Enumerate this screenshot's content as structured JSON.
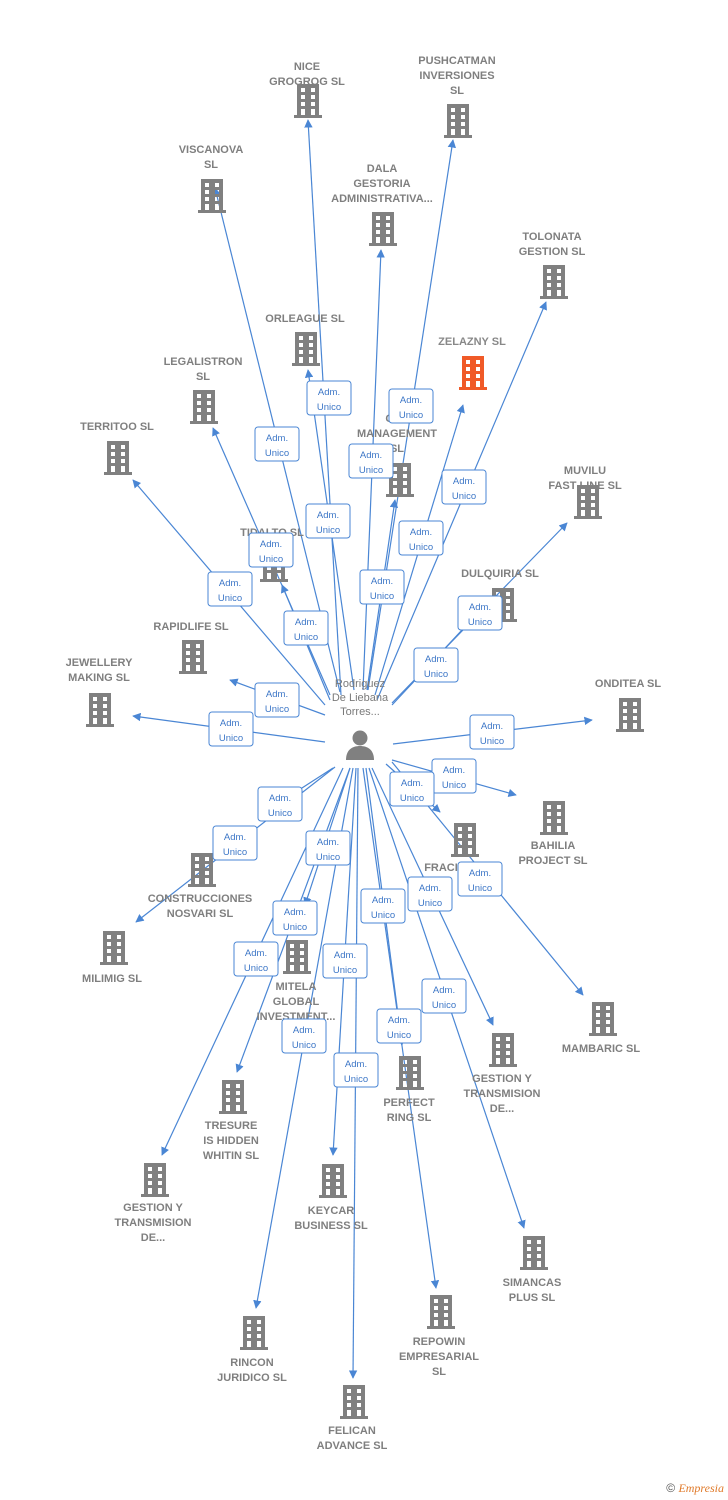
{
  "center": {
    "label_lines": [
      "Rodriguez",
      "De Liebana",
      "Torres..."
    ],
    "icon": "person-icon"
  },
  "edge_label_lines": [
    "Adm.",
    "Unico"
  ],
  "colors": {
    "edge": "#4a86d4",
    "building": "#808080",
    "highlight": "#f05a28"
  },
  "companies": [
    {
      "id": "nice-grogrog",
      "lines": [
        "NICE",
        "GROGROG  SL"
      ]
    },
    {
      "id": "pushcatman",
      "lines": [
        "PUSHCATMAN",
        "INVERSIONES",
        "SL"
      ]
    },
    {
      "id": "viscanova",
      "lines": [
        "VISCANOVA",
        "SL"
      ]
    },
    {
      "id": "dala-gestoria",
      "lines": [
        "DALA",
        "GESTORIA",
        "ADMINISTRATIVA..."
      ]
    },
    {
      "id": "tolonata",
      "lines": [
        "TOLONATA",
        "GESTION  SL"
      ]
    },
    {
      "id": "orleague",
      "lines": [
        "ORLEAGUE  SL"
      ]
    },
    {
      "id": "zelazny",
      "lines": [
        "ZELAZNY  SL"
      ],
      "highlight": true
    },
    {
      "id": "legalistron",
      "lines": [
        "LEGALISTRON",
        "SL"
      ]
    },
    {
      "id": "col-management",
      "lines": [
        "COL",
        "MANAGEMENT",
        "SL"
      ]
    },
    {
      "id": "territoo",
      "lines": [
        "TERRITOO  SL"
      ]
    },
    {
      "id": "muvilu",
      "lines": [
        "MUVILU",
        "FAST LINE  SL"
      ]
    },
    {
      "id": "tidalto",
      "lines": [
        "TIDALTO  SL"
      ]
    },
    {
      "id": "dulquiria",
      "lines": [
        "DULQUIRIA  SL"
      ]
    },
    {
      "id": "rapidlife",
      "lines": [
        "RAPIDLIFE  SL"
      ]
    },
    {
      "id": "jewellery",
      "lines": [
        "JEWELLERY",
        "MAKING  SL"
      ]
    },
    {
      "id": "onditea",
      "lines": [
        "ONDITEA  SL"
      ]
    },
    {
      "id": "bahilia",
      "lines": [
        "BAHILIA",
        "PROJECT  SL"
      ]
    },
    {
      "id": "fraci",
      "lines": [
        "FRACI"
      ]
    },
    {
      "id": "construcciones",
      "lines": [
        "CONSTRUCCIONES",
        "NOSVARI  SL"
      ]
    },
    {
      "id": "milimig",
      "lines": [
        "MILIMIG  SL"
      ]
    },
    {
      "id": "mitela",
      "lines": [
        "MITELA",
        "GLOBAL",
        "INVESTMENT..."
      ]
    },
    {
      "id": "mambaric",
      "lines": [
        "MAMBARIC  SL"
      ]
    },
    {
      "id": "gestion-1",
      "lines": [
        "GESTION Y",
        "TRANSMISION",
        "DE..."
      ]
    },
    {
      "id": "perfect-ring",
      "lines": [
        "PERFECT",
        "RING  SL"
      ]
    },
    {
      "id": "tresure",
      "lines": [
        "TRESURE",
        "IS HIDDEN",
        "WHITIN  SL"
      ]
    },
    {
      "id": "gestion-2",
      "lines": [
        "GESTION Y",
        "TRANSMISION",
        "DE..."
      ]
    },
    {
      "id": "keycar",
      "lines": [
        "KEYCAR",
        "BUSINESS  SL"
      ]
    },
    {
      "id": "simancas",
      "lines": [
        "SIMANCAS",
        "PLUS  SL"
      ]
    },
    {
      "id": "repowin",
      "lines": [
        "REPOWIN",
        "EMPRESARIAL",
        "SL"
      ]
    },
    {
      "id": "rincon",
      "lines": [
        "RINCON",
        "JURIDICO  SL"
      ]
    },
    {
      "id": "felican",
      "lines": [
        "FELICAN",
        "ADVANCE  SL"
      ]
    }
  ],
  "footer": {
    "copyright": "©",
    "brand": "Empresia"
  }
}
